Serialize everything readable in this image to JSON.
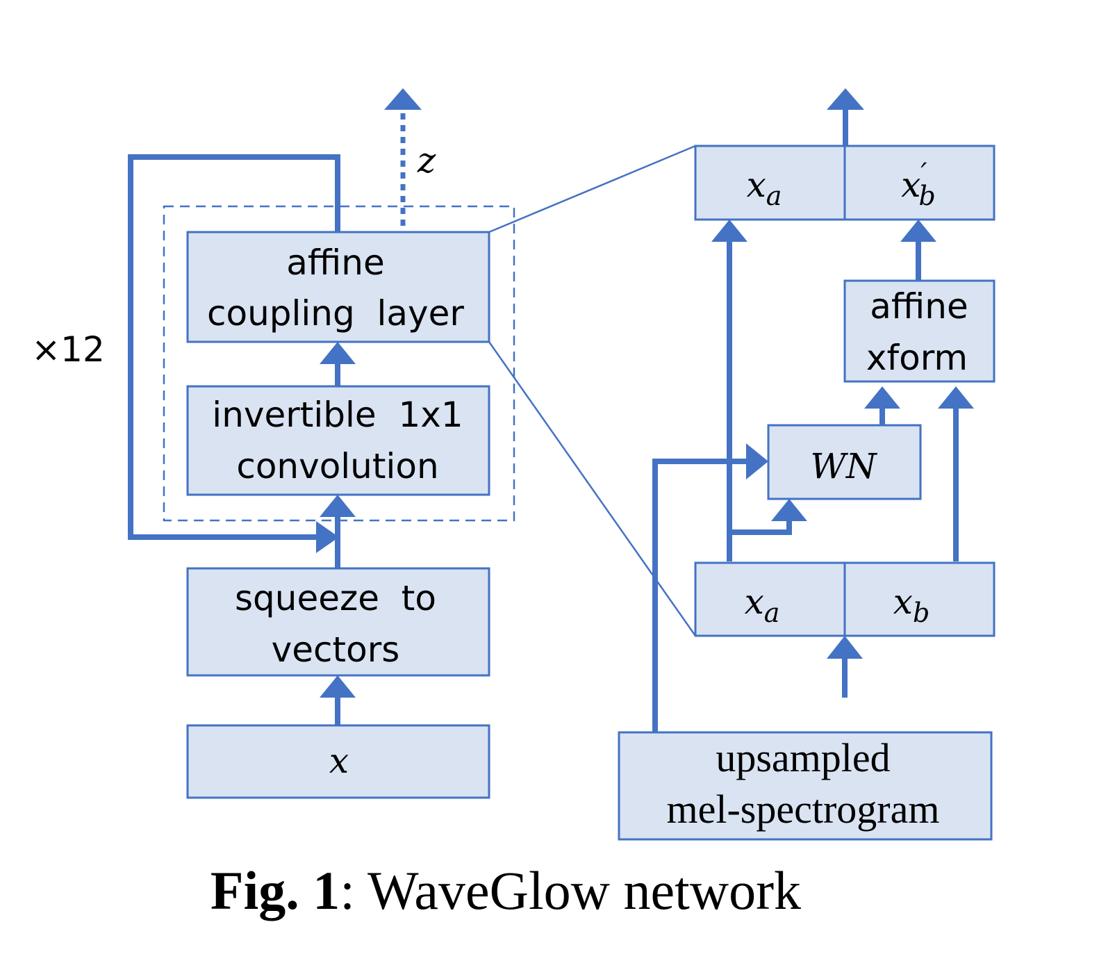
{
  "diagram": {
    "left": {
      "repeat_label": "×12",
      "z_label": "z",
      "box_affine_coupling": [
        "affine",
        "coupling  layer"
      ],
      "box_invertible_conv": [
        "invertible  1x1",
        "convolution"
      ],
      "box_squeeze": [
        "squeeze  to",
        "vectors"
      ],
      "box_input": "x"
    },
    "right": {
      "top_xa": "x",
      "top_xa_sub": "a",
      "top_xb": "x",
      "top_xb_prime": "′",
      "top_xb_sub": "b",
      "affine_xform": [
        "affine",
        "xform"
      ],
      "wn": "WN",
      "bottom_xa": "x",
      "bottom_xa_sub": "a",
      "bottom_xb": "x",
      "bottom_xb_sub": "b",
      "mel_box": [
        "upsampled",
        "mel-spectrogram"
      ]
    }
  },
  "caption": {
    "bold": "Fig. 1",
    "rest": ": WaveGlow network"
  },
  "colors": {
    "accent": "#4472c4",
    "box_fill": "#d9e3f2"
  }
}
